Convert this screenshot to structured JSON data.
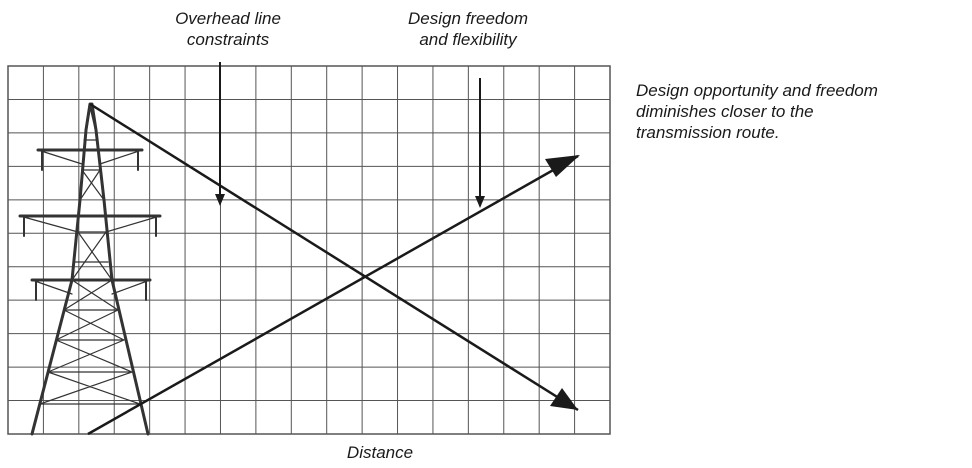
{
  "labels": {
    "overhead_constraints": [
      "Overhead line",
      "constraints"
    ],
    "design_freedom": [
      "Design freedom",
      "and flexibility"
    ],
    "note": [
      "Design opportunity and freedom",
      "diminishes closer to the",
      "transmission route."
    ],
    "x_axis": "Distance"
  },
  "icons": {
    "pylon": "transmission-pylon-icon"
  },
  "colors": {
    "line": "#1a1a1a",
    "grid": "#555555",
    "pylon": "#333333"
  }
}
